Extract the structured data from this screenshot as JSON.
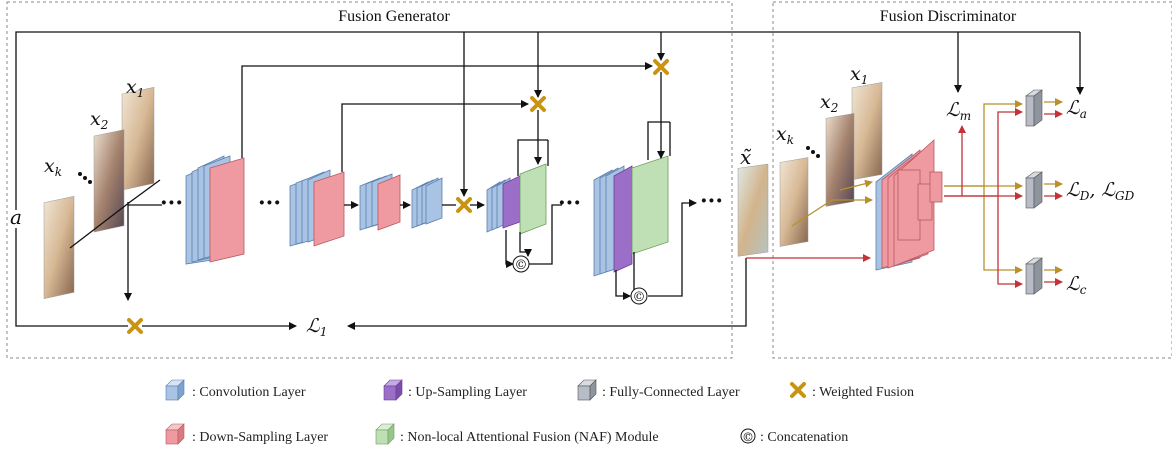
{
  "sections": {
    "generator_title": "Fusion Generator",
    "discriminator_title": "Fusion Discriminator"
  },
  "inputs": {
    "a": "a",
    "x1": "x",
    "x1_sub": "1",
    "x2": "x",
    "x2_sub": "2",
    "xk": "x",
    "xk_sub": "k",
    "x_tilde": "x̃"
  },
  "losses": {
    "l1": "ℒ",
    "l1_sub": "1",
    "lm": "ℒ",
    "lm_sub": "m",
    "la": "ℒ",
    "la_sub": "a",
    "ld": "ℒ",
    "ld_sub": "D",
    "lgd_sep": ",",
    "lgd": "ℒ",
    "lgd_sub": "GD",
    "lc": "ℒ",
    "lc_sub": "c"
  },
  "concat_symbol": "©",
  "legend": {
    "conv": ": Convolution Layer",
    "up": ": Up-Sampling Layer",
    "fc": ": Fully-Connected Layer",
    "fusion": ": Weighted Fusion",
    "down": ": Down-Sampling Layer",
    "naf": ": Non-local Attentional Fusion (NAF) Module",
    "concat": ": Concatenation"
  },
  "colors": {
    "conv": "#a9c3e4",
    "down": "#ef9aa0",
    "up": "#9b6ec8",
    "naf": "#bfe0b4",
    "fc": "#b7bcc6",
    "fusion": "#c89412",
    "disc_arrow": "#b8912a",
    "red_arrow": "#c4323a"
  }
}
